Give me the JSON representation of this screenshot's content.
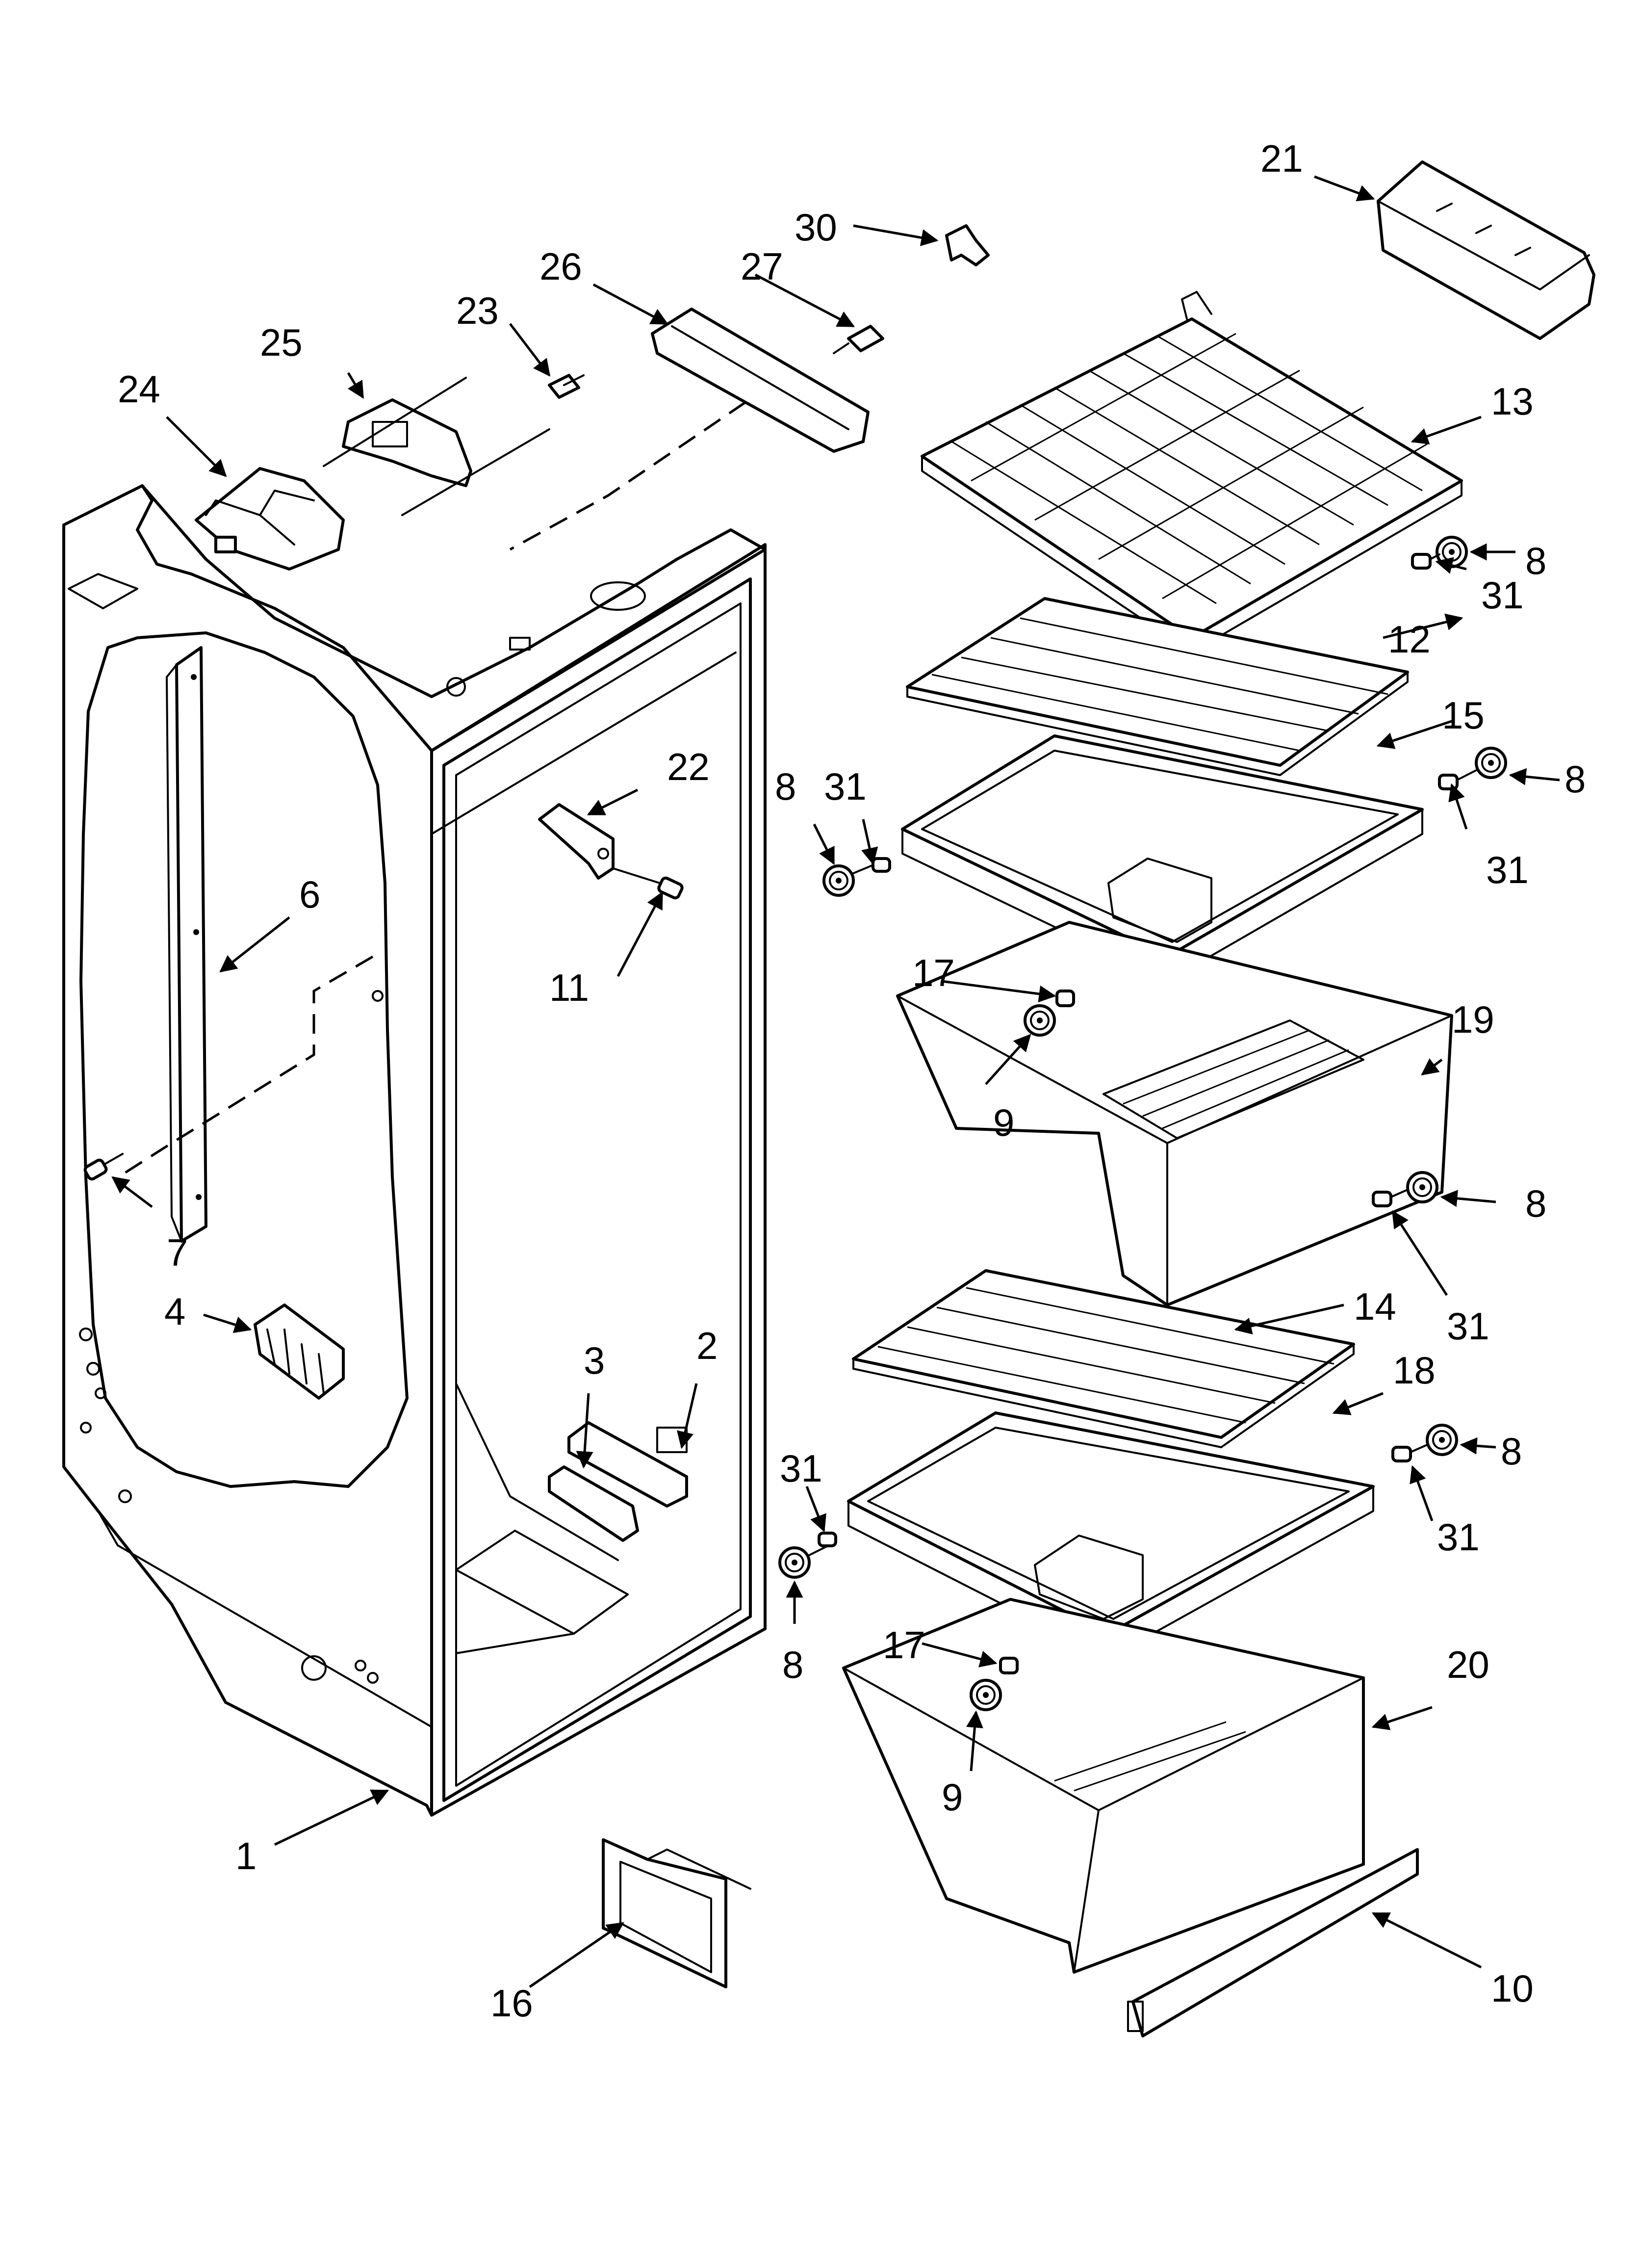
{
  "callouts": {
    "c1": "1",
    "c2": "2",
    "c3": "3",
    "c4": "4",
    "c6": "6",
    "c7": "7",
    "c8": "8",
    "c9": "9",
    "c10": "10",
    "c11": "11",
    "c12": "12",
    "c13": "13",
    "c14": "14",
    "c15": "15",
    "c16": "16",
    "c17": "17",
    "c18": "18",
    "c19": "19",
    "c20": "20",
    "c21": "21",
    "c22": "22",
    "c23": "23",
    "c24": "24",
    "c25": "25",
    "c26": "26",
    "c27": "27",
    "c30": "30",
    "c31": "31"
  }
}
